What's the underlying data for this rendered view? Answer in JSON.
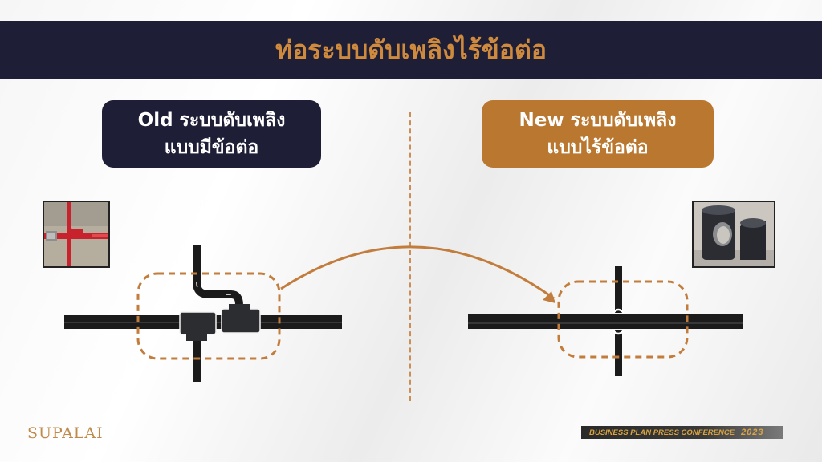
{
  "header": {
    "title": "ท่อระบบดับเพลิงไร้ข้อต่อ"
  },
  "old_label": {
    "line1": "Old ระบบดับเพลิง",
    "line2": "แบบมีข้อต่อ"
  },
  "new_label": {
    "line1": "New ระบบดับเพลิง",
    "line2": "แบบไร้ข้อต่อ"
  },
  "brand": {
    "name": "SUPALAI"
  },
  "footer": {
    "event": "BUSINESS PLAN PRESS CONFERENCE",
    "year": "2023"
  },
  "colors": {
    "navy": "#1e1f37",
    "accent": "#cf8a3e",
    "new_box": "#b9772f",
    "dashed": "#c27d3c",
    "pipe": "#1b1b1b"
  },
  "images": {
    "old_photo": "red-fire-pipe-with-coupling-photo",
    "new_photo": "black-seamless-pipe-fittings-photo"
  }
}
